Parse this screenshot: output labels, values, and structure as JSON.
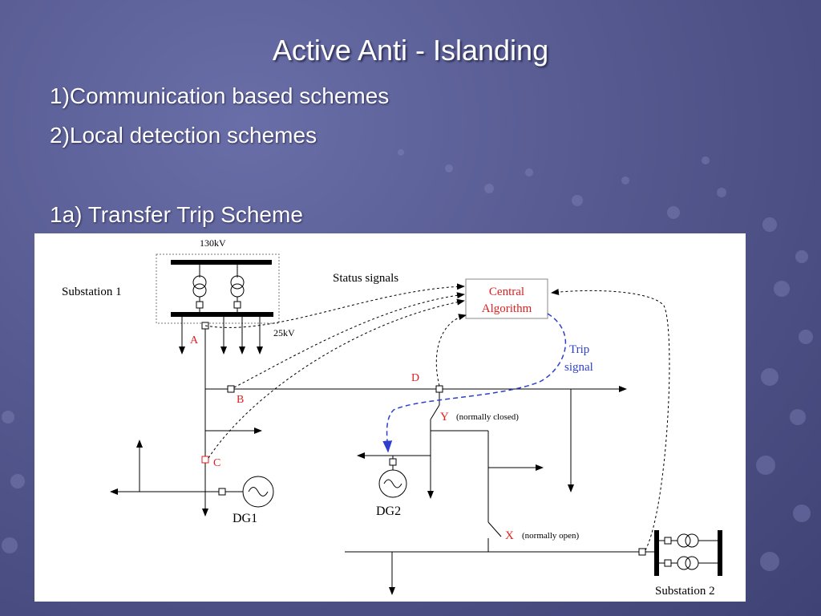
{
  "slide": {
    "title": "Active Anti - Islanding",
    "lines": [
      "1)Communication based schemes",
      "2)Local detection schemes",
      "1a) Transfer Trip Scheme"
    ]
  },
  "diagram": {
    "voltage_high": "130kV",
    "voltage_low": "25kV",
    "substation1": "Substation 1",
    "substation2": "Substation 2",
    "status_signals": "Status signals",
    "central_algorithm": [
      "Central",
      "Algorithm"
    ],
    "trip_signal": [
      "Trip",
      "signal"
    ],
    "point_a": "A",
    "point_b": "B",
    "point_c": "C",
    "point_d": "D",
    "switch_y": "Y",
    "switch_y_note": "(normally closed)",
    "switch_x": "X",
    "switch_x_note": "(normally open)",
    "dg1": "DG1",
    "dg2": "DG2"
  },
  "colors": {
    "accent_red": "#e11d1d",
    "trip_blue": "#2d3fcf",
    "background": "#55598f"
  }
}
